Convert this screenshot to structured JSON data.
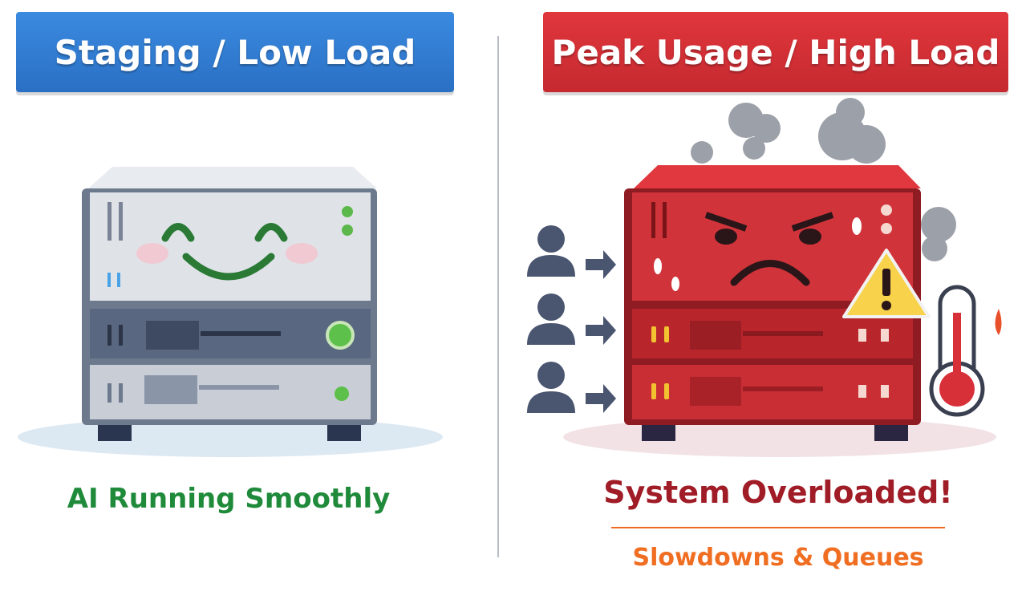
{
  "left_panel": {
    "banner_title": "Staging / Low Load",
    "caption": "AI Running Smoothly",
    "accent_color": "#2f7fd0",
    "caption_color": "#1e8a3a"
  },
  "right_panel": {
    "banner_title": "Peak Usage / High Load",
    "caption": "System Overloaded!",
    "subcaption": "Slowdowns & Queues",
    "accent_color": "#d63238",
    "caption_color": "#a01c26",
    "subcaption_color": "#f06e22"
  }
}
